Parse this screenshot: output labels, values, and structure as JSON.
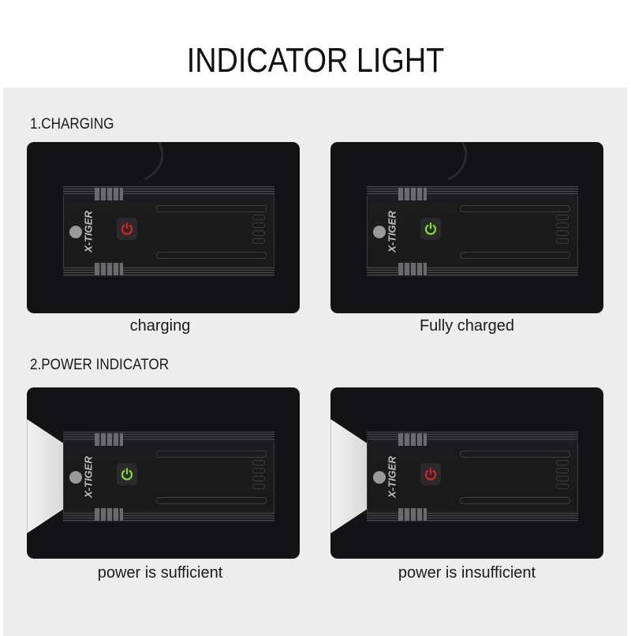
{
  "title": "INDICATOR LIGHT",
  "sections": [
    {
      "heading": "1.CHARGING",
      "items": [
        {
          "caption": "charging",
          "indicator_color": "#e02020",
          "state": "red",
          "has_cable": true,
          "has_beam": false
        },
        {
          "caption": "Fully charged",
          "indicator_color": "#7ee030",
          "state": "green",
          "has_cable": true,
          "has_beam": false
        }
      ]
    },
    {
      "heading": "2.POWER INDICATOR",
      "items": [
        {
          "caption": "power is sufficient",
          "indicator_color": "#7ee030",
          "state": "green",
          "has_cable": false,
          "has_beam": true
        },
        {
          "caption": "power is insufficient",
          "indicator_color": "#e02020",
          "state": "red",
          "has_cable": false,
          "has_beam": true
        }
      ]
    }
  ],
  "brand": "X-TIGER",
  "icons": {
    "power": "power-icon",
    "logo": "tiger-logo-icon"
  }
}
